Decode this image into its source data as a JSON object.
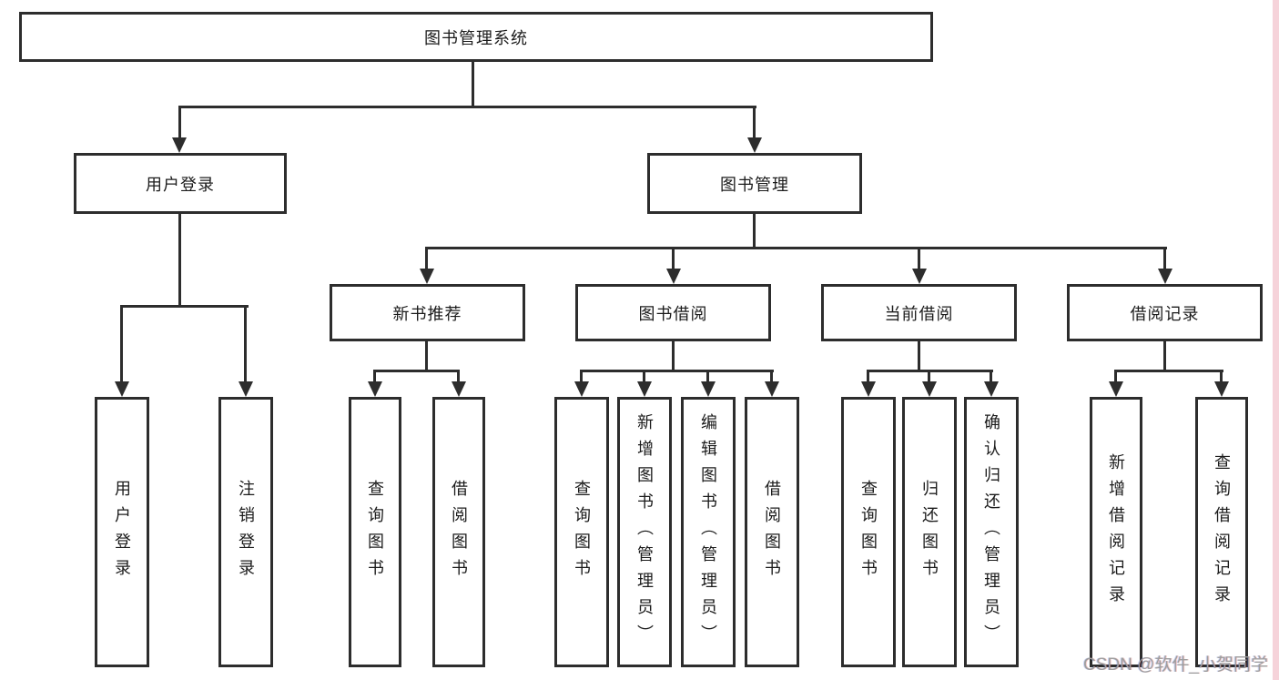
{
  "diagram": {
    "root": {
      "label": "图书管理系统"
    },
    "branches": [
      {
        "label": "用户登录",
        "leaves": [
          {
            "label": "用户登录"
          },
          {
            "label": "注销登录"
          }
        ]
      },
      {
        "label": "图书管理",
        "groups": [
          {
            "label": "新书推荐",
            "leaves": [
              {
                "label": "查询图书"
              },
              {
                "label": "借阅图书"
              }
            ]
          },
          {
            "label": "图书借阅",
            "leaves": [
              {
                "label": "查询图书"
              },
              {
                "label": "新增图书（管理员）"
              },
              {
                "label": "编辑图书（管理员）"
              },
              {
                "label": "借阅图书"
              }
            ]
          },
          {
            "label": "当前借阅",
            "leaves": [
              {
                "label": "查询图书"
              },
              {
                "label": "归还图书"
              },
              {
                "label": "确认归还（管理员）"
              }
            ]
          },
          {
            "label": "借阅记录",
            "leaves": [
              {
                "label": "新增借阅记录"
              },
              {
                "label": "查询借阅记录"
              }
            ]
          }
        ]
      }
    ]
  },
  "watermark": {
    "label": "CSDN @软件_小贺同学"
  },
  "colors": {
    "line": "#2d2d2d",
    "box_border": "#2d2d2d",
    "background": "#ffffff",
    "accent_strip": "#f6d3da",
    "watermark_text": "#9e9e9e"
  }
}
